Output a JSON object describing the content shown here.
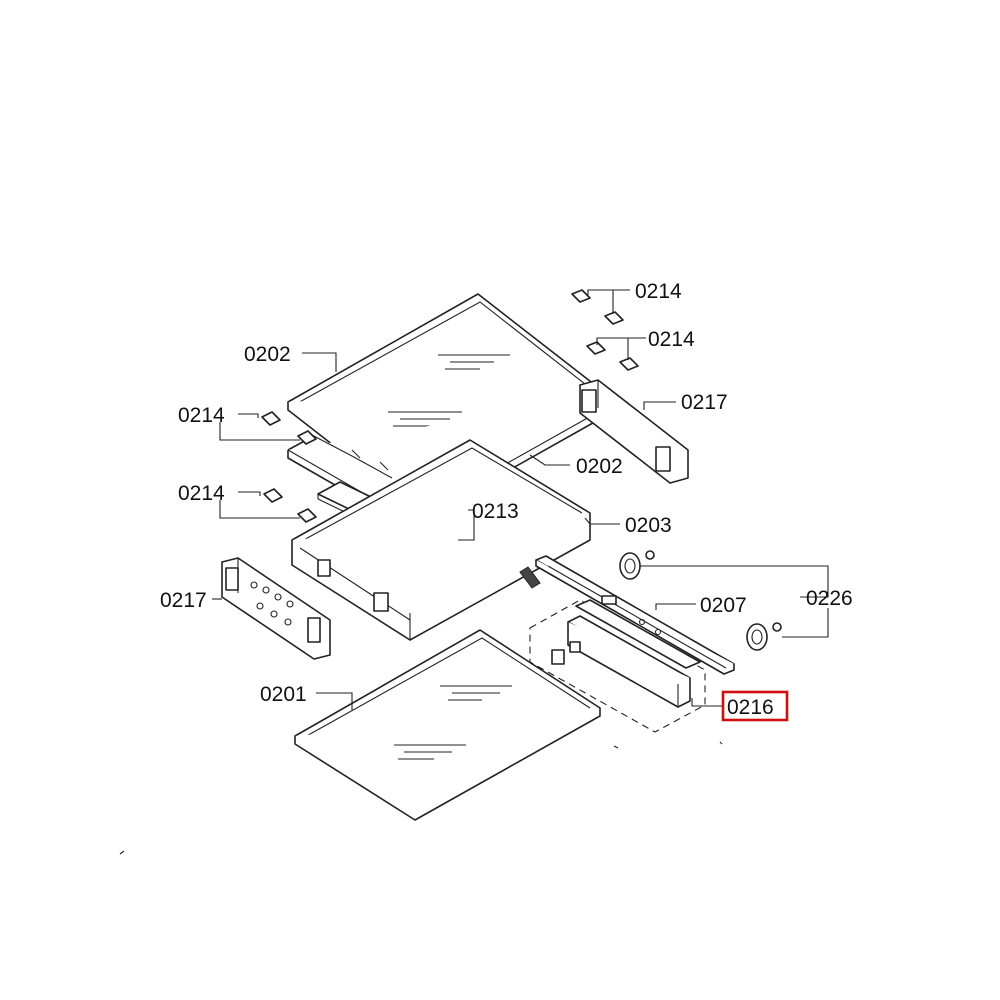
{
  "callouts": {
    "top_clip_1": "0214",
    "top_clip_2": "0214",
    "upper_shelf": "0202",
    "left_clip_1": "0214",
    "right_panel": "0217",
    "middle_shelf": "0202",
    "left_clip_2": "0214",
    "divider": "0213",
    "bottom_frame": "0203",
    "left_panel": "0217",
    "rail": "0207",
    "rollers": "0226",
    "base_shelf": "0201",
    "rail_assembly": "0216"
  },
  "highlight": {
    "target": "rail_assembly",
    "color": "#d01010"
  }
}
